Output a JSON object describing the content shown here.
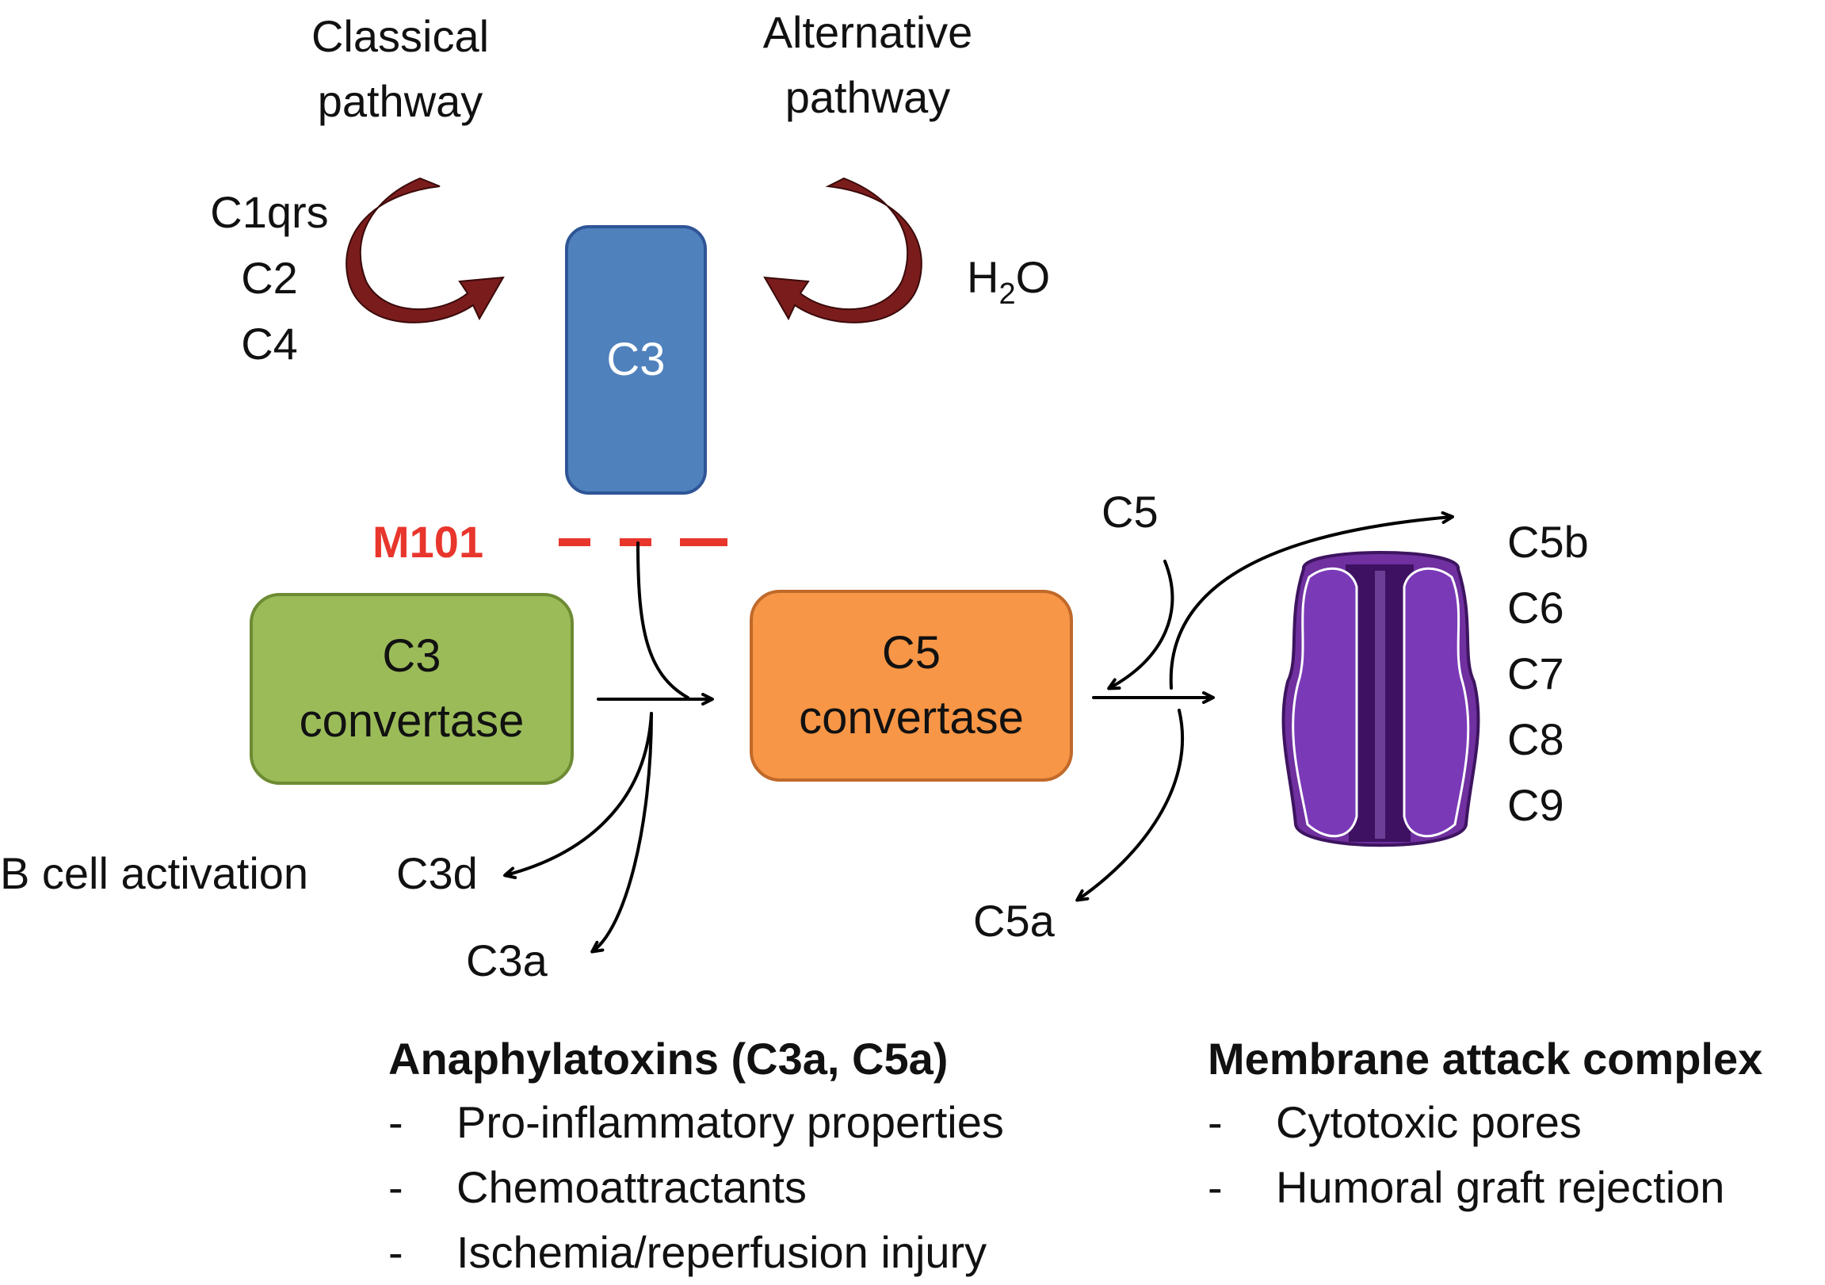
{
  "pathways": {
    "classical": {
      "line1": "Classical",
      "line2": "pathway",
      "factors": [
        "C1qrs",
        "C2",
        "C4"
      ]
    },
    "alternative": {
      "line1": "Alternative",
      "line2": "pathway",
      "factor_main": "H",
      "factor_sub": "2",
      "factor_tail": "O"
    }
  },
  "c3_box": {
    "label": "C3",
    "color": "#4f81bd"
  },
  "inhibitor": {
    "label": "M101",
    "color": "#e8362d"
  },
  "c3_convertase": {
    "line1": "C3",
    "line2": "convertase",
    "color": "#9bbb59"
  },
  "c5_convertase": {
    "line1": "C5",
    "line2": "convertase",
    "color": "#f79646"
  },
  "c3_products": {
    "c3d": "C3d",
    "c3a": "C3a",
    "b_cell": "B cell activation"
  },
  "c5_inputs": {
    "c5": "C5",
    "c5a": "C5a"
  },
  "mac_components": [
    "C5b",
    "C6",
    "C7",
    "C8",
    "C9"
  ],
  "mac_color": "#7030a0",
  "curved_arrow_color": "#7b1c1c",
  "anaphylatoxins": {
    "heading": "Anaphylatoxins (C3a, C5a)",
    "items": [
      "Pro-inflammatory properties",
      "Chemoattractants",
      "Ischemia/reperfusion injury"
    ]
  },
  "mac_effects": {
    "heading": "Membrane attack complex",
    "items": [
      "Cytotoxic pores",
      "Humoral graft rejection"
    ]
  }
}
